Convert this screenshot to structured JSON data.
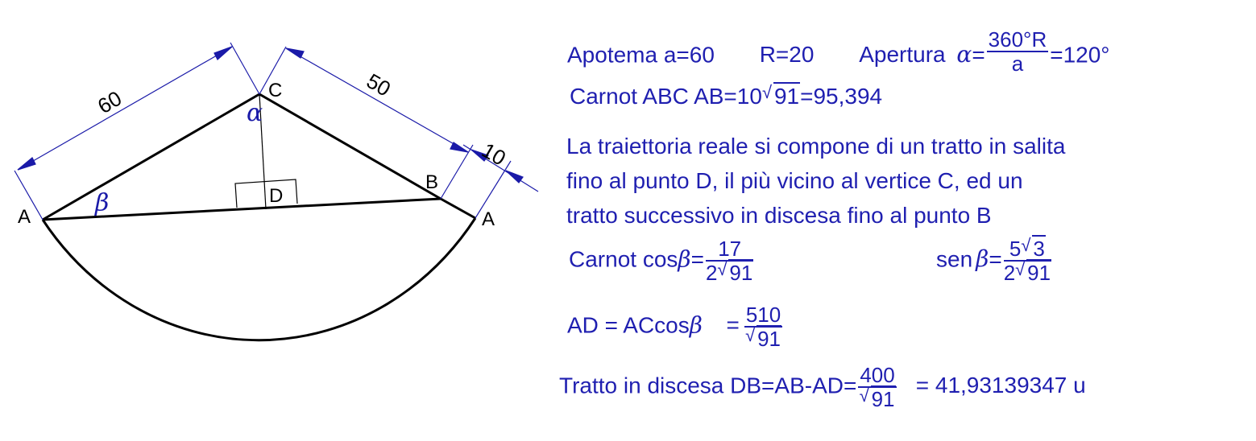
{
  "figure": {
    "points": {
      "A_left": "A",
      "A_right": "A",
      "B": "B",
      "C": "C",
      "D": "D"
    },
    "angles": {
      "alpha": "α",
      "beta": "β"
    },
    "dimensions": {
      "dim_60": "60",
      "dim_50": "50",
      "dim_10": "10"
    },
    "colors": {
      "stroke": "#000000",
      "dimension": "#1a1aa8",
      "text": "#1f1fb0"
    }
  },
  "text": {
    "line1": {
      "apotema": "Apotema a=60",
      "radius": "R=20",
      "apertura_label": "Apertura",
      "alpha": "α",
      "eq": "=",
      "frac_num": "360°R",
      "frac_den": "a",
      "result": "=120°"
    },
    "line2": {
      "prefix": "Carnot ABC  AB=10",
      "sqrt_arg": "91",
      "result": "=95,394"
    },
    "paragraph": {
      "line1": "La traiettoria reale si compone di un tratto in salita",
      "line2": "fino al punto D, il più vicino al vertice C, ed un",
      "line3": "tratto successivo in discesa fino al punto B"
    },
    "cos": {
      "prefix": "Carnot cos",
      "beta": "β",
      "eq": "=",
      "num": "17",
      "den_coef": "2",
      "den_sqrt": "91"
    },
    "sen": {
      "prefix": "sen",
      "beta": "β",
      "eq": "=",
      "num_coef": "5",
      "num_sqrt": "3",
      "den_coef": "2",
      "den_sqrt": "91"
    },
    "ad": {
      "prefix": "AD = ACcos",
      "beta": "β",
      "eq": "  =",
      "num": "510",
      "den_sqrt": "91"
    },
    "db": {
      "prefix": "Tratto in discesa DB=AB-AD=",
      "num": "400",
      "den_sqrt": "91",
      "result": "= 41,93139347 u"
    }
  }
}
